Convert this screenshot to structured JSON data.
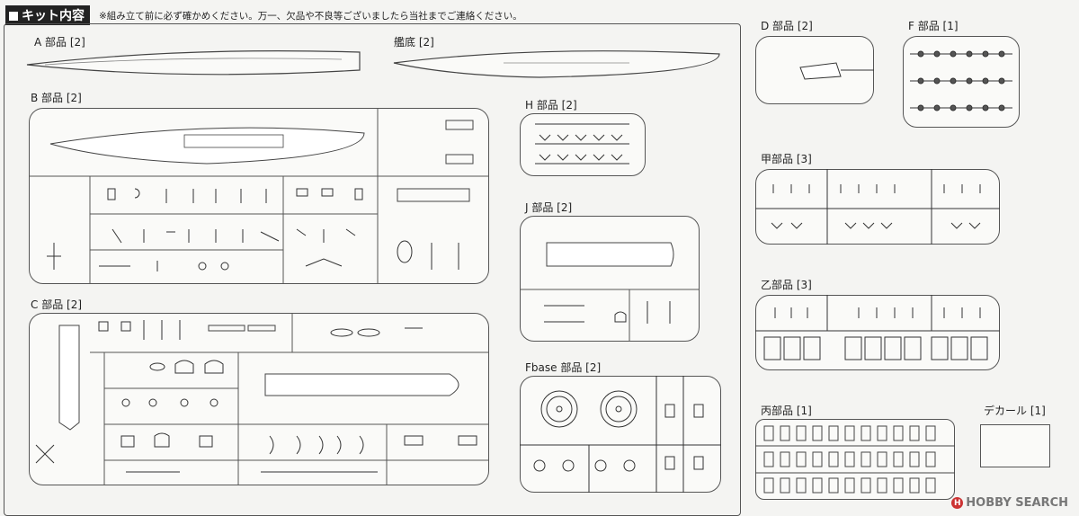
{
  "header": {
    "title": "キット内容",
    "note": "※組み立て前に必ず確かめください。万一、欠品や不良等ございましたら当社までご連絡ください。"
  },
  "parts": {
    "a": "A 部品 [2]",
    "hull_bottom": "艦底 [2]",
    "b": "B 部品 [2]",
    "c": "C 部品 [2]",
    "h": "H 部品 [2]",
    "j": "J 部品 [2]",
    "fbase": "Fbase 部品 [2]",
    "d": "D 部品 [2]",
    "f": "F 部品 [1]",
    "kou": "甲部品 [3]",
    "otsu": "乙部品 [3]",
    "hei": "丙部品 [1]",
    "decal": "デカール [1]"
  },
  "watermark": {
    "text": "HOBBY SEARCH",
    "logo": "H"
  }
}
